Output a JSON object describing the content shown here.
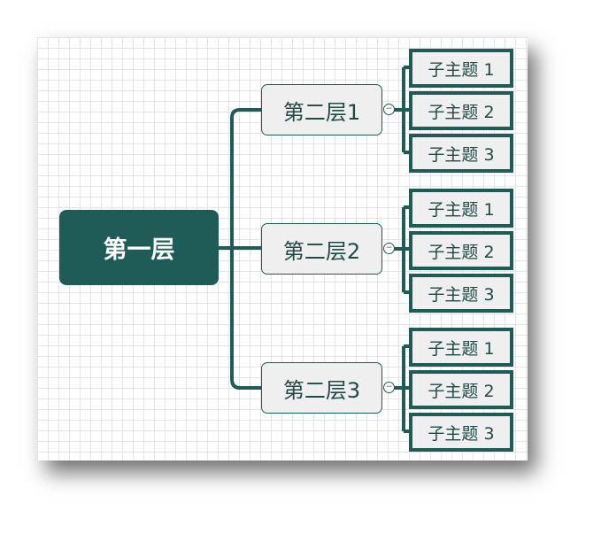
{
  "root": {
    "label": "第一层"
  },
  "branches": [
    {
      "label": "第二层1",
      "children": [
        "子主题 1",
        "子主题 2",
        "子主题 3"
      ]
    },
    {
      "label": "第二层2",
      "children": [
        "子主题 1",
        "子主题 2",
        "子主题 3"
      ]
    },
    {
      "label": "第二层3",
      "children": [
        "子主题 1",
        "子主题 2",
        "子主题 3"
      ]
    }
  ],
  "collapse_symbol": "−",
  "colors": {
    "accent": "#1f5c57",
    "node_fill": "#efefef"
  }
}
